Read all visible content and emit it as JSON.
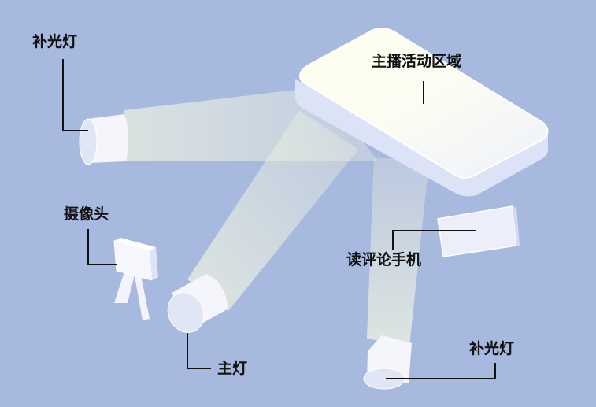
{
  "labels": {
    "fill_light_top": "补光灯",
    "stream_area": "主播活动区域",
    "camera": "摄像头",
    "comment_phone": "读评论手机",
    "main_light": "主灯",
    "fill_light_bottom": "补光灯"
  },
  "colors": {
    "background": "#a8b9e0",
    "beam": "#f4f8d8",
    "device_face": "#f6f7fc",
    "device_side": "#d7ddf5",
    "leader_line": "#111111"
  }
}
